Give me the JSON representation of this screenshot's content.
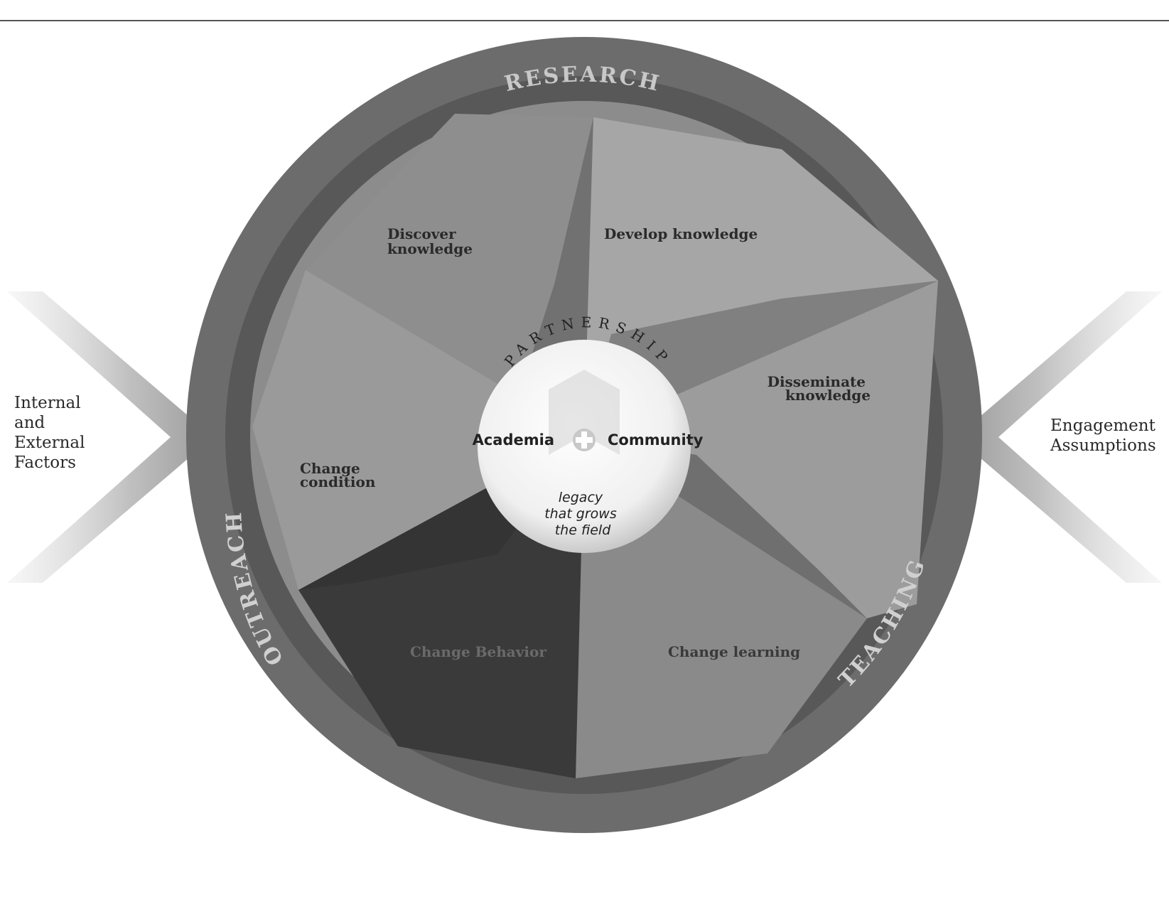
{
  "ring": {
    "research": "RESEARCH",
    "outreach": "OUTREACH",
    "teaching": "TEACHING"
  },
  "segments": {
    "discover": [
      "Discover",
      "knowledge"
    ],
    "develop": "Develop knowledge",
    "disseminate": [
      "Disseminate",
      "knowledge"
    ],
    "change_condition": [
      "Change",
      "condition"
    ],
    "change_behavior": "Change Behavior",
    "change_learning": "Change learning"
  },
  "hub": {
    "partnership": "PARTNERSHIP",
    "academia": "Academia",
    "community": "Community",
    "legacy": [
      "legacy",
      "that grows",
      "the field"
    ]
  },
  "side": {
    "left": [
      "Internal",
      "and",
      "External",
      "Factors"
    ],
    "right": [
      "Engagement",
      "Assumptions"
    ]
  },
  "colors": {
    "outer_ring": "#6c6c6c",
    "inner_ring": "#585858",
    "segment_light": "#9a9a9a",
    "segment_dark": "#3a3a3a",
    "hub": "#f4f4f4"
  }
}
